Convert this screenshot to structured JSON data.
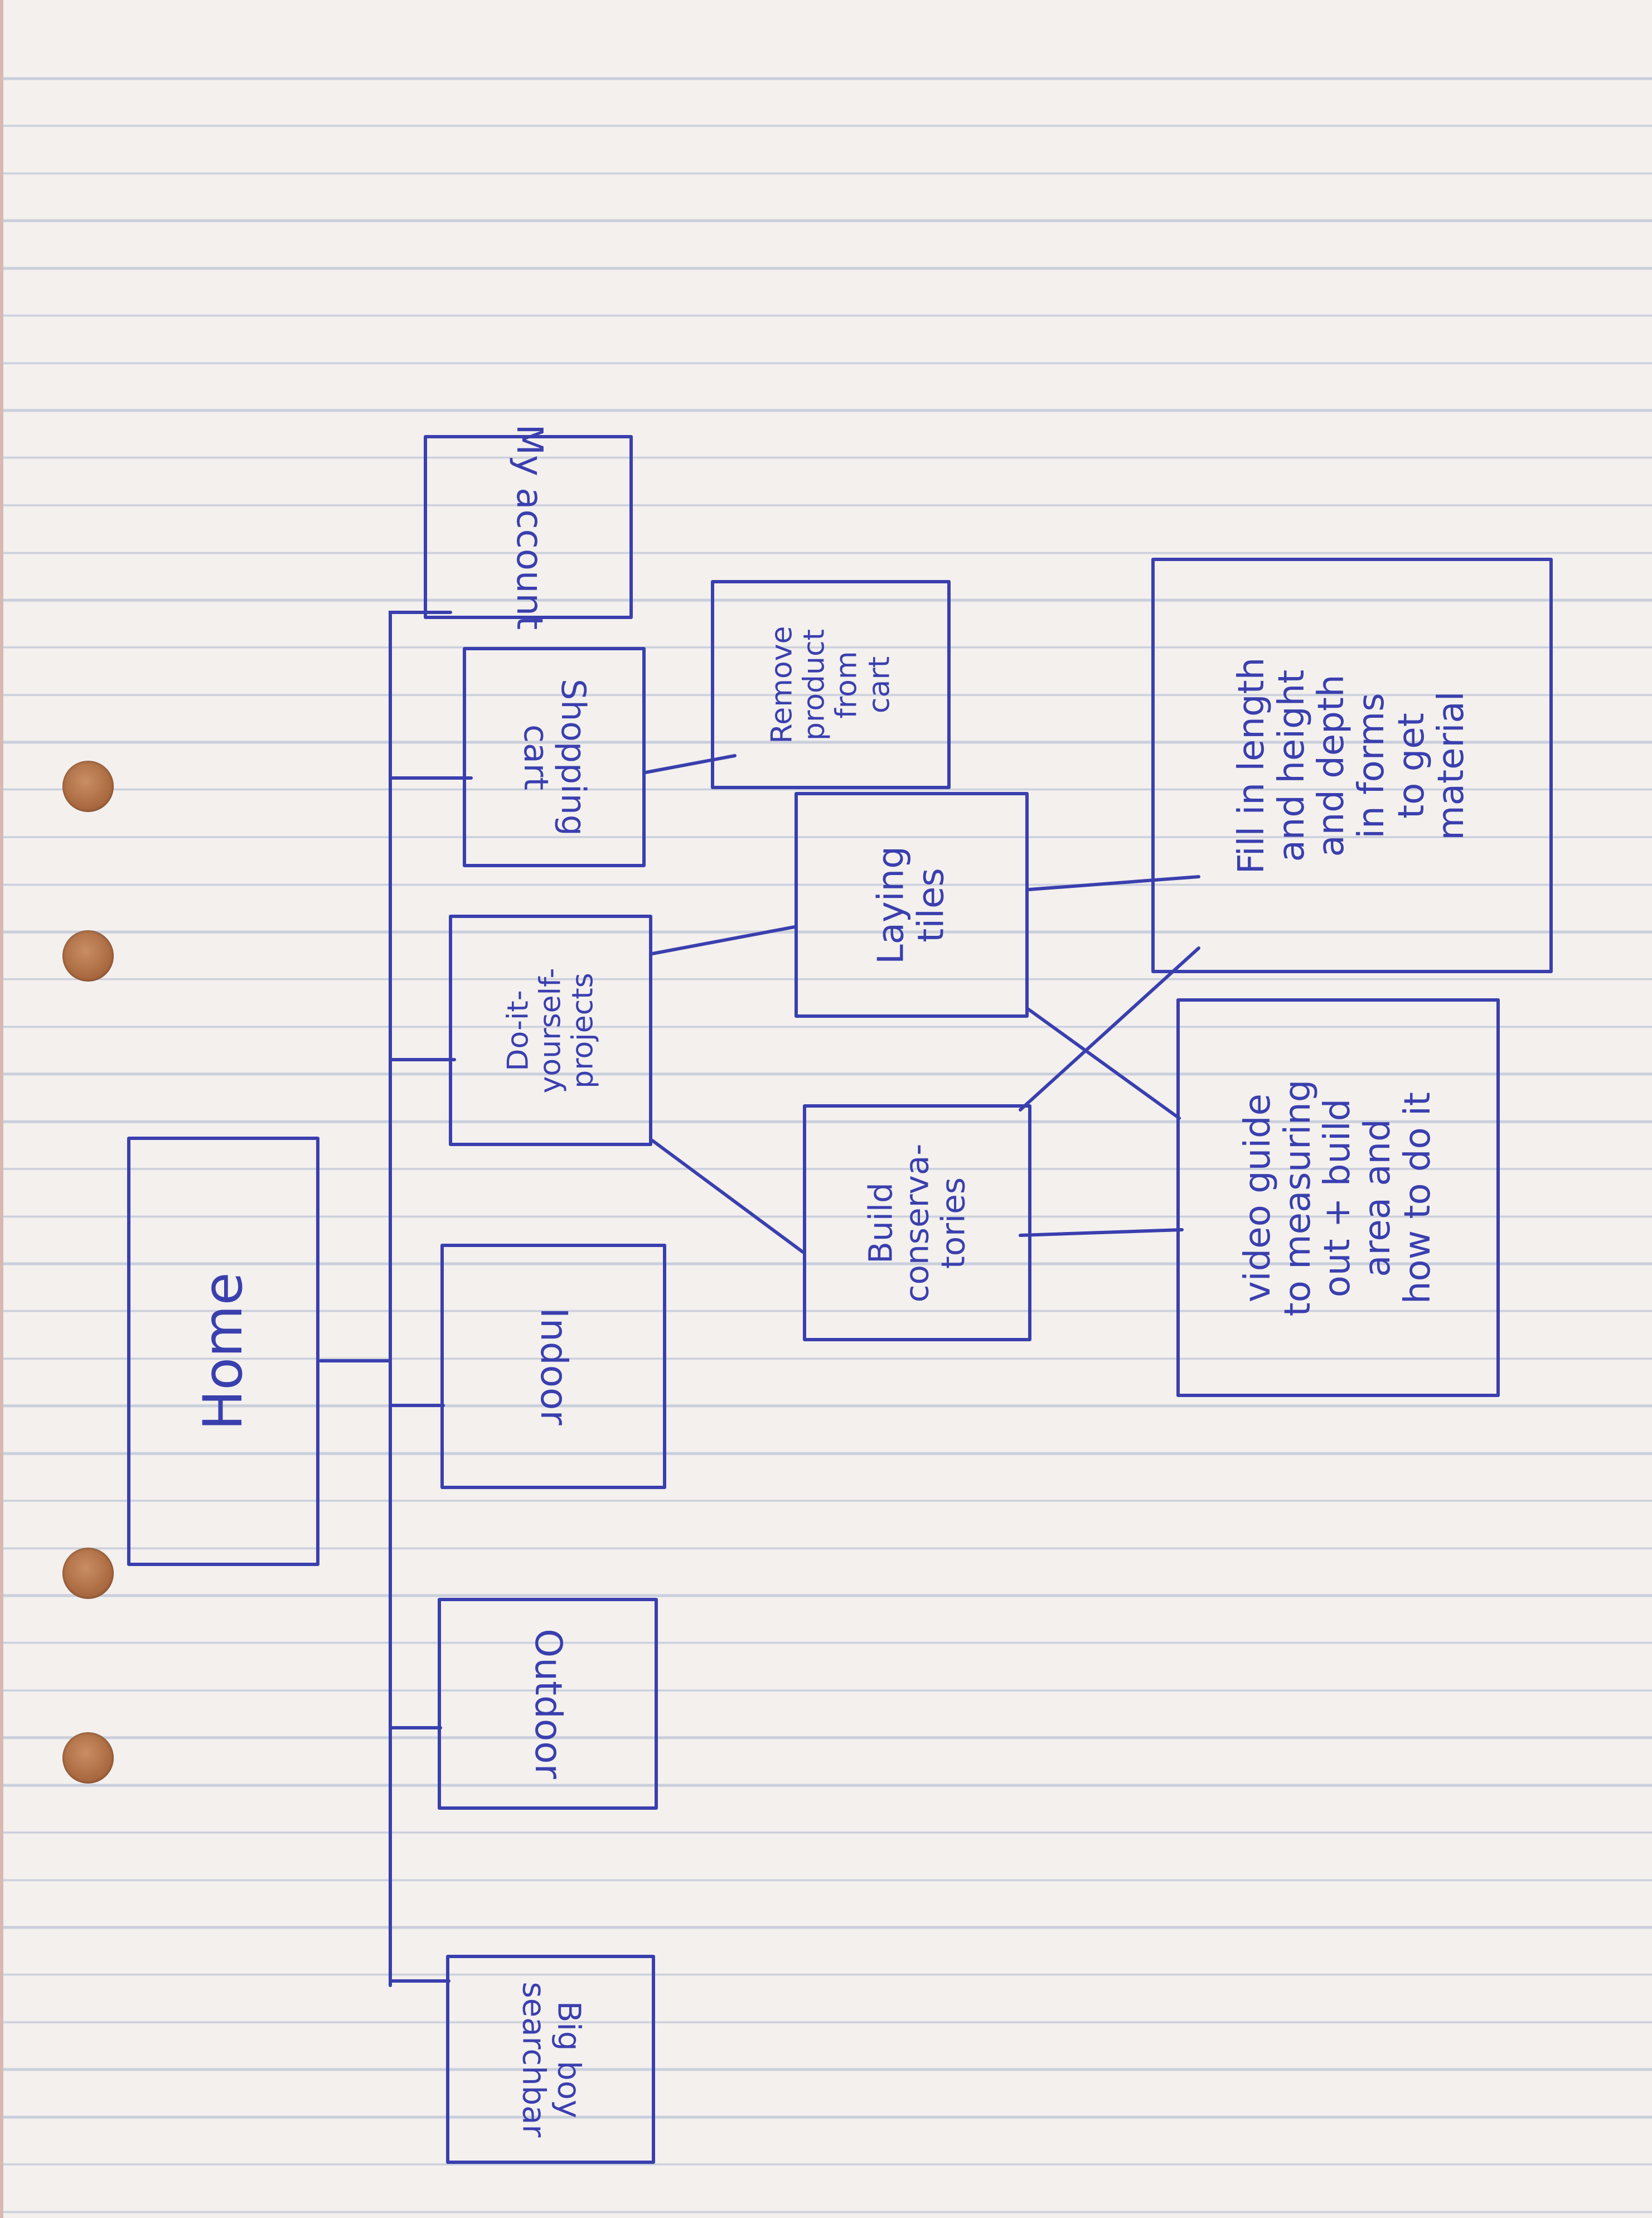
{
  "diagram": {
    "nodes": {
      "home": "Home",
      "my_account": "My account",
      "shopping_cart": "Shopping\ncart",
      "remove_product": "Remove\nproduct\nfrom\ncart",
      "diy_projects": "Do-it-\nyourself-\nprojects",
      "indoor": "Indoor",
      "outdoor": "Outdoor",
      "big_boy_search": "Big boy\nsearchbar",
      "laying_tiles": "Laying\ntiles",
      "build_conservatories": "Build\nconserva-\ntories",
      "fill_forms": "Fill in length\nand height\nand depth\nin forms\nto get\nmaterial",
      "video_guide": "video guide\nto measuring\nout + build\narea and\nhow to do it"
    },
    "edges": [
      [
        "home",
        "my_account"
      ],
      [
        "home",
        "shopping_cart"
      ],
      [
        "home",
        "diy_projects"
      ],
      [
        "home",
        "indoor"
      ],
      [
        "home",
        "outdoor"
      ],
      [
        "home",
        "big_boy_search"
      ],
      [
        "shopping_cart",
        "remove_product"
      ],
      [
        "diy_projects",
        "laying_tiles"
      ],
      [
        "diy_projects",
        "build_conservatories"
      ],
      [
        "laying_tiles",
        "fill_forms"
      ],
      [
        "laying_tiles",
        "video_guide"
      ],
      [
        "build_conservatories",
        "fill_forms"
      ],
      [
        "build_conservatories",
        "video_guide"
      ]
    ],
    "colors": {
      "ink": "#3a3fae",
      "paper": "#f3f0ee",
      "rule": "#c9cedb",
      "hole": "#a9683f"
    }
  }
}
